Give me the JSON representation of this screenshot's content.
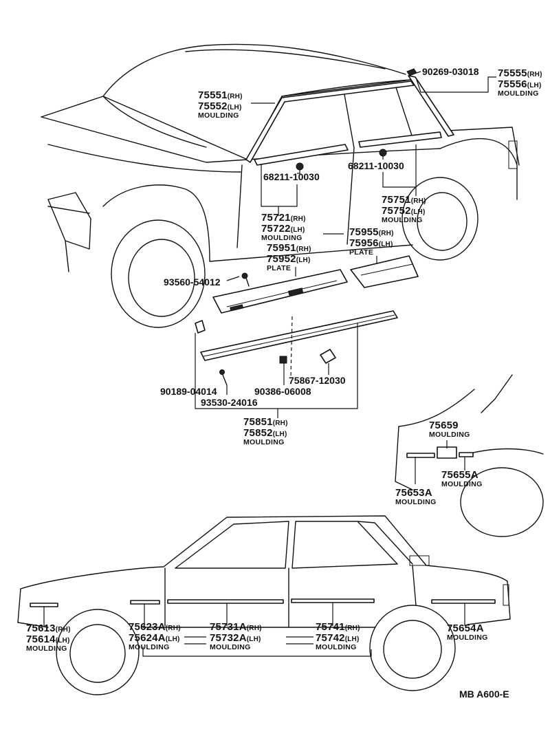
{
  "figure_code": "MB A600-E",
  "callouts": [
    {
      "id": "c_90269",
      "lines": [
        {
          "pn": "90269-03018"
        }
      ]
    },
    {
      "id": "c_75555",
      "lines": [
        {
          "pn": "75555",
          "side": "(RH)"
        },
        {
          "pn": "75556",
          "side": "(LH)"
        },
        {
          "name": "MOULDING"
        }
      ]
    },
    {
      "id": "c_75551",
      "lines": [
        {
          "pn": "75551",
          "side": "(RH)"
        },
        {
          "pn": "75552",
          "side": "(LH)"
        },
        {
          "name": "MOULDING"
        }
      ]
    },
    {
      "id": "c_68211a",
      "lines": [
        {
          "pn": "68211-10030"
        }
      ]
    },
    {
      "id": "c_68211b",
      "lines": [
        {
          "pn": "68211-10030"
        }
      ]
    },
    {
      "id": "c_75751",
      "lines": [
        {
          "pn": "75751",
          "side": "(RH)"
        },
        {
          "pn": "75752",
          "side": "(LH)"
        },
        {
          "name": "MOULDING"
        }
      ]
    },
    {
      "id": "c_75721",
      "lines": [
        {
          "pn": "75721",
          "side": "(RH)"
        },
        {
          "pn": "75722",
          "side": "(LH)"
        },
        {
          "name": "MOULDING"
        }
      ]
    },
    {
      "id": "c_75955",
      "lines": [
        {
          "pn": "75955",
          "side": "(RH)"
        },
        {
          "pn": "75956",
          "side": "(LH)"
        },
        {
          "name": "PLATE"
        }
      ]
    },
    {
      "id": "c_75951",
      "lines": [
        {
          "pn": "75951",
          "side": "(RH)"
        },
        {
          "pn": "75952",
          "side": "(LH)"
        },
        {
          "name": "PLATE"
        }
      ]
    },
    {
      "id": "c_93560",
      "lines": [
        {
          "pn": "93560-54012"
        }
      ]
    },
    {
      "id": "c_90189",
      "lines": [
        {
          "pn": "90189-04014"
        }
      ]
    },
    {
      "id": "c_90386",
      "lines": [
        {
          "pn": "90386-06008"
        }
      ]
    },
    {
      "id": "c_75867",
      "lines": [
        {
          "pn": "75867-12030"
        }
      ]
    },
    {
      "id": "c_93530",
      "lines": [
        {
          "pn": "93530-24016"
        }
      ]
    },
    {
      "id": "c_75851",
      "lines": [
        {
          "pn": "75851",
          "side": "(RH)"
        },
        {
          "pn": "75852",
          "side": "(LH)"
        },
        {
          "name": "MOULDING"
        }
      ]
    },
    {
      "id": "c_75659",
      "lines": [
        {
          "pn": "75659"
        },
        {
          "name": "MOULDING"
        }
      ]
    },
    {
      "id": "c_75655A",
      "lines": [
        {
          "pn": "75655A"
        },
        {
          "name": "MOULDING"
        }
      ]
    },
    {
      "id": "c_75653A",
      "lines": [
        {
          "pn": "75653A"
        },
        {
          "name": "MOULDING"
        }
      ]
    },
    {
      "id": "c_75613",
      "lines": [
        {
          "pn": "75613",
          "side": "(RH)"
        },
        {
          "pn": "75614",
          "side": "(LH)"
        },
        {
          "name": "MOULDING"
        }
      ]
    },
    {
      "id": "c_75623A",
      "lines": [
        {
          "pn": "75623A",
          "side": "(RH)"
        },
        {
          "pn": "75624A",
          "side": "(LH)"
        },
        {
          "name": "MOULDING"
        }
      ]
    },
    {
      "id": "c_75731A",
      "lines": [
        {
          "pn": "75731A",
          "side": "(RH)"
        },
        {
          "pn": "75732A",
          "side": "(LH)"
        },
        {
          "name": "MOULDING"
        }
      ]
    },
    {
      "id": "c_75741",
      "lines": [
        {
          "pn": "75741",
          "side": "(RH)"
        },
        {
          "pn": "75742",
          "side": "(LH)"
        },
        {
          "name": "MOULDING"
        }
      ]
    },
    {
      "id": "c_75654A",
      "lines": [
        {
          "pn": "75654A"
        },
        {
          "name": "MOULDING"
        }
      ]
    }
  ]
}
